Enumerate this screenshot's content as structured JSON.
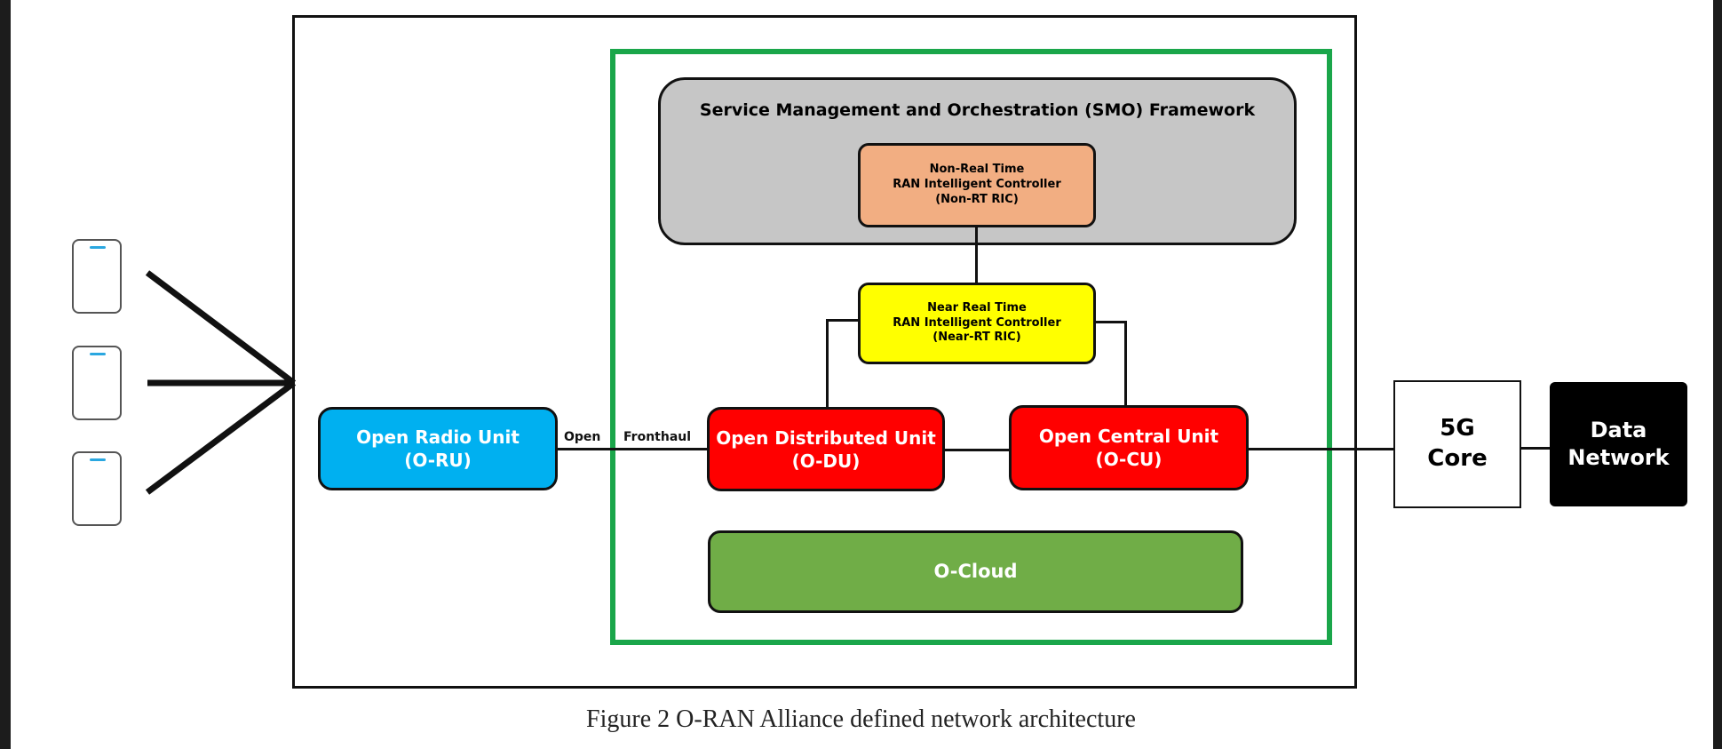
{
  "smo": {
    "title": "Service Management and Orchestration (SMO) Framework"
  },
  "non_rt_ric": {
    "text": "Non-Real Time\nRAN Intelligent Controller\n(Non-RT RIC)"
  },
  "near_rt_ric": {
    "text": "Near Real Time\nRAN Intelligent Controller\n(Near-RT RIC)"
  },
  "o_ru": {
    "text": "Open Radio Unit\n(O-RU)"
  },
  "o_du": {
    "text": "Open Distributed Unit\n(O-DU)"
  },
  "o_cu": {
    "text": "Open Central Unit\n(O-CU)"
  },
  "o_cloud": {
    "text": "O-Cloud"
  },
  "fronthaul": {
    "open": "Open",
    "fronthaul": "Fronthaul"
  },
  "core": {
    "text": "5G\nCore"
  },
  "data_network": {
    "text": "Data\nNetwork"
  },
  "caption": "Figure 2 O-RAN Alliance defined network architecture"
}
